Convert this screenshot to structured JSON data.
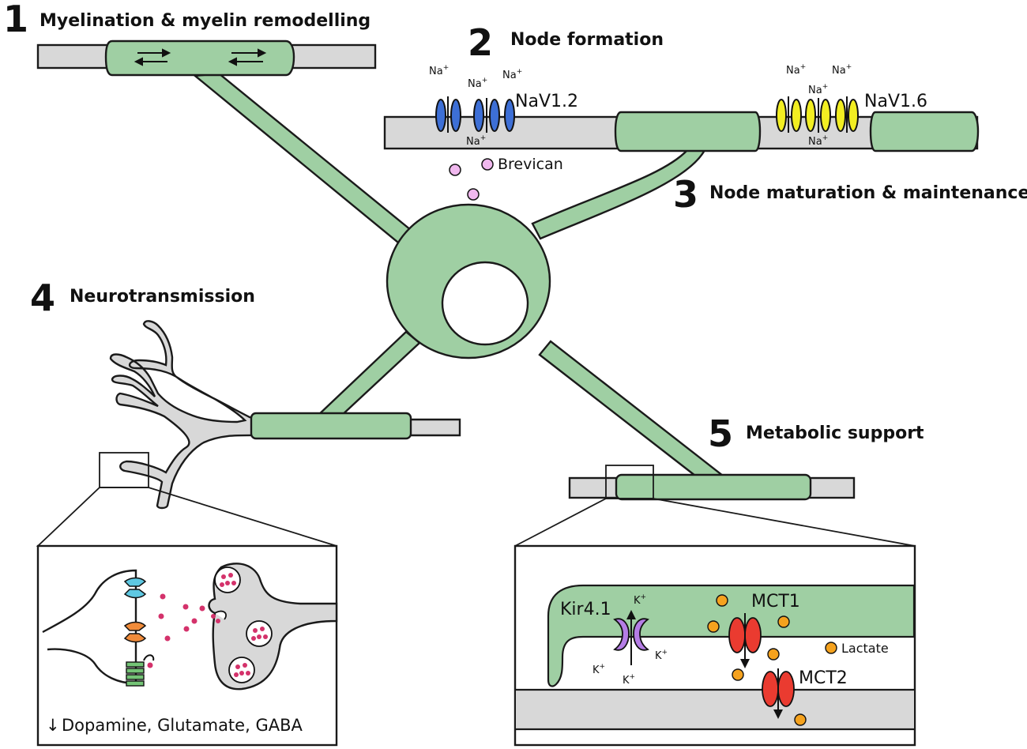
{
  "sections": [
    {
      "number": "1",
      "title": "Myelination & myelin remodelling"
    },
    {
      "number": "2",
      "title": "Node formation"
    },
    {
      "number": "3",
      "title": "Node maturation & maintenance"
    },
    {
      "number": "4",
      "title": "Neurotransmission"
    },
    {
      "number": "5",
      "title": "Metabolic support"
    }
  ],
  "node_formation": {
    "channel_left": "NaV1.2",
    "channel_right": "NaV1.6",
    "ion": "Na",
    "ion_sup": "+",
    "ecm": "Brevican"
  },
  "neurotransmission": {
    "footer_arrow": "↓",
    "footer_text": "Dopamine, Glutamate, GABA"
  },
  "metabolic": {
    "kir": "Kir4.1",
    "mct1": "MCT1",
    "mct2": "MCT2",
    "lactate": "Lactate",
    "k_ion": "K",
    "k_sup": "+"
  },
  "colors": {
    "myelin_green": "#9fcfa3",
    "axon_gray": "#d8d8d8",
    "nav12_blue": "#3d6fd6",
    "nav16_yellow": "#f2ee22",
    "brevican_pink": "#f0b8ee",
    "lactate_orange": "#f5a21e",
    "mct_red": "#ea3b30",
    "kir_purple": "#b57de6",
    "vesicle_pink": "#d4326b"
  }
}
